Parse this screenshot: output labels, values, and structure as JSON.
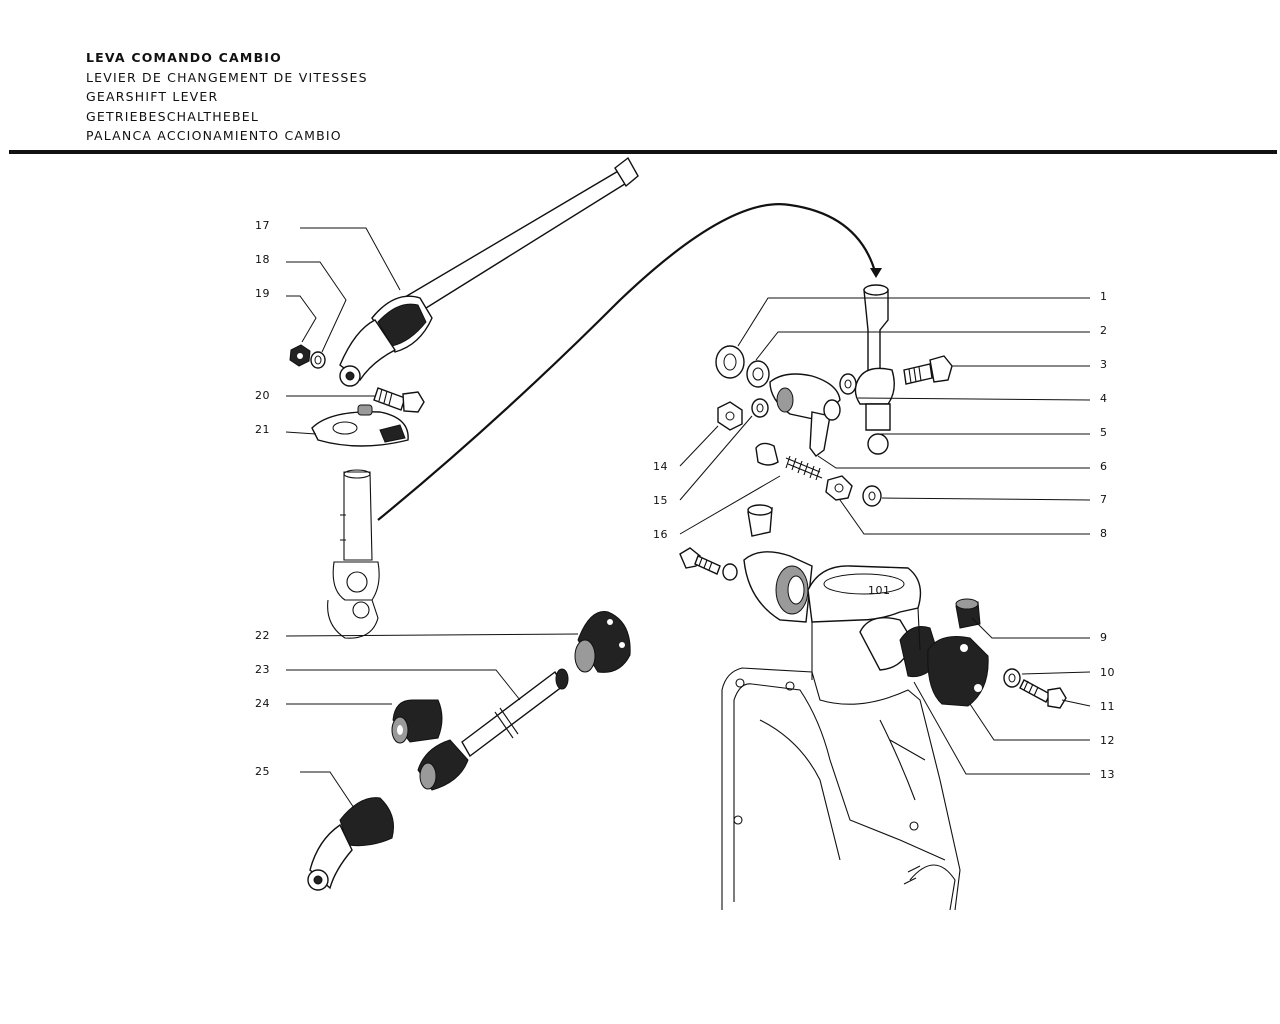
{
  "titles": [
    "LEVA COMANDO CAMBIO",
    "LEVIER DE CHANGEMENT DE VITESSES",
    "GEARSHIFT LEVER",
    "GETRIEBESCHALTHEBEL",
    "PALANCA ACCIONAMIENTO CAMBIO"
  ],
  "labels": {
    "p1": "1",
    "p2": "2",
    "p3": "3",
    "p4": "4",
    "p5": "5",
    "p6": "6",
    "p7": "7",
    "p8": "8",
    "p9": "9",
    "p10": "10",
    "p11": "11",
    "p12": "12",
    "p13": "13",
    "p14": "14",
    "p15": "15",
    "p16": "16",
    "p17": "17",
    "p18": "18",
    "p19": "19",
    "p20": "20",
    "p21": "21",
    "p22": "22",
    "p23": "23",
    "p24": "24",
    "p25": "25"
  },
  "housing_marking": "101"
}
